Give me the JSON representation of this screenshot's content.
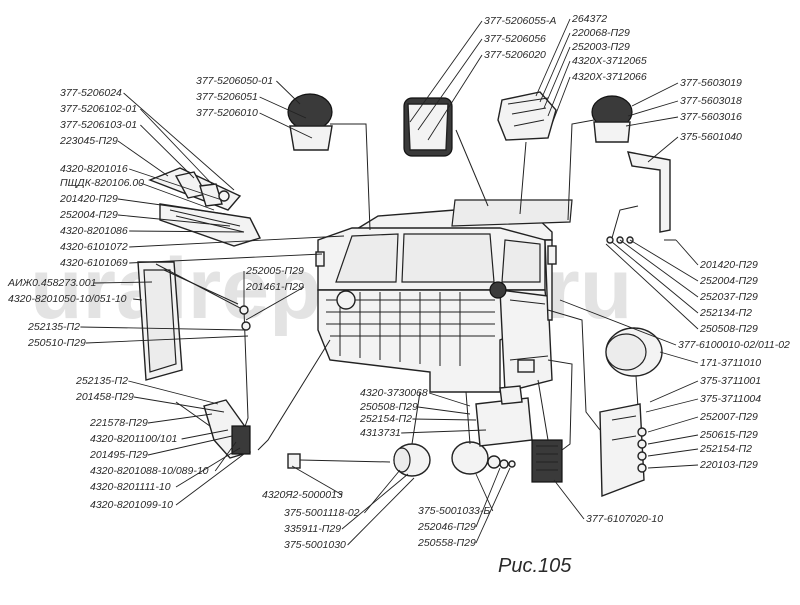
{
  "watermark": "uralrepair74.ru",
  "figure_caption": "Рис.105",
  "labels": [
    "377-5206055-А",
    "377-5206056",
    "377-5206020",
    "264372",
    "220068-П29",
    "252003-П29",
    "4320Х-3712065",
    "4320Х-3712066",
    "377-5206050-01",
    "377-5206051",
    "377-5206010",
    "377-5206024",
    "377-5206102-01",
    "377-5206103-01",
    "223045-П29",
    "4320-8201016",
    "ПЩДК-820106.00",
    "201420-П29",
    "252004-П29",
    "4320-8201086",
    "4320-6101072",
    "4320-6101069",
    "АИЖ0.458273.001",
    "4320-8201050-10/051-10",
    "252005-П29",
    "201461-П29",
    "252135-П2",
    "250510-П29",
    "377-5603019",
    "377-5603018",
    "377-5603016",
    "375-5601040",
    "201420-П29",
    "252004-П29",
    "252037-П29",
    "252134-П2",
    "250508-П29",
    "377-6100010-02/011-02",
    "171-3711010",
    "375-3711001",
    "375-3711004",
    "252007-П29",
    "250615-П29",
    "252154-П2",
    "220103-П29",
    "252135-П2",
    "201458-П29",
    "221578-П29",
    "4320-8201100/101",
    "201495-П29",
    "4320-8201088-10/089-10",
    "4320-8201111-10",
    "4320-8201099-10",
    "4320-3730068",
    "250508-П29",
    "252154-П2",
    "4313731",
    "4320Я2-5000013",
    "375-5001118-02",
    "335911-П29",
    "375-5001030",
    "375-5001033-Б",
    "252046-П29",
    "250558-П29",
    "377-6107020-10"
  ]
}
